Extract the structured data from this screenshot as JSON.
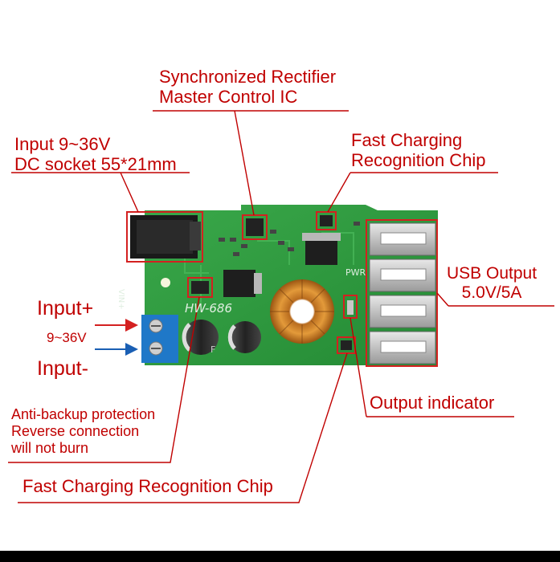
{
  "labels": {
    "sync_rectifier_line1": "Synchronized Rectifier",
    "sync_rectifier_line2": "Master Control IC",
    "input_line1": "Input 9~36V",
    "input_line2": "DC socket 55*21mm",
    "fast_charging_top_line1": "Fast Charging",
    "fast_charging_top_line2": "Recognition Chip",
    "usb_output_line1": "USB Output",
    "usb_output_line2": "5.0V/5A",
    "input_plus": "Input+",
    "input_voltage": "9~36V",
    "input_minus": "Input-",
    "output_indicator": "Output indicator",
    "anti_backup_line1": "Anti-backup protection",
    "anti_backup_line2": "Reverse connection",
    "anti_backup_line3": "will not burn",
    "fast_charging_bottom": "Fast Charging Recognition Chip"
  },
  "board": {
    "model": "HW-686",
    "vin_label": "VIN+",
    "pwr_label": "PWR",
    "cap_mark": "F"
  },
  "colors": {
    "label_red": "#c00000",
    "pcb_green": "#2f9a3c",
    "arrow_red": "#d42020",
    "arrow_blue": "#1a5fb4"
  }
}
